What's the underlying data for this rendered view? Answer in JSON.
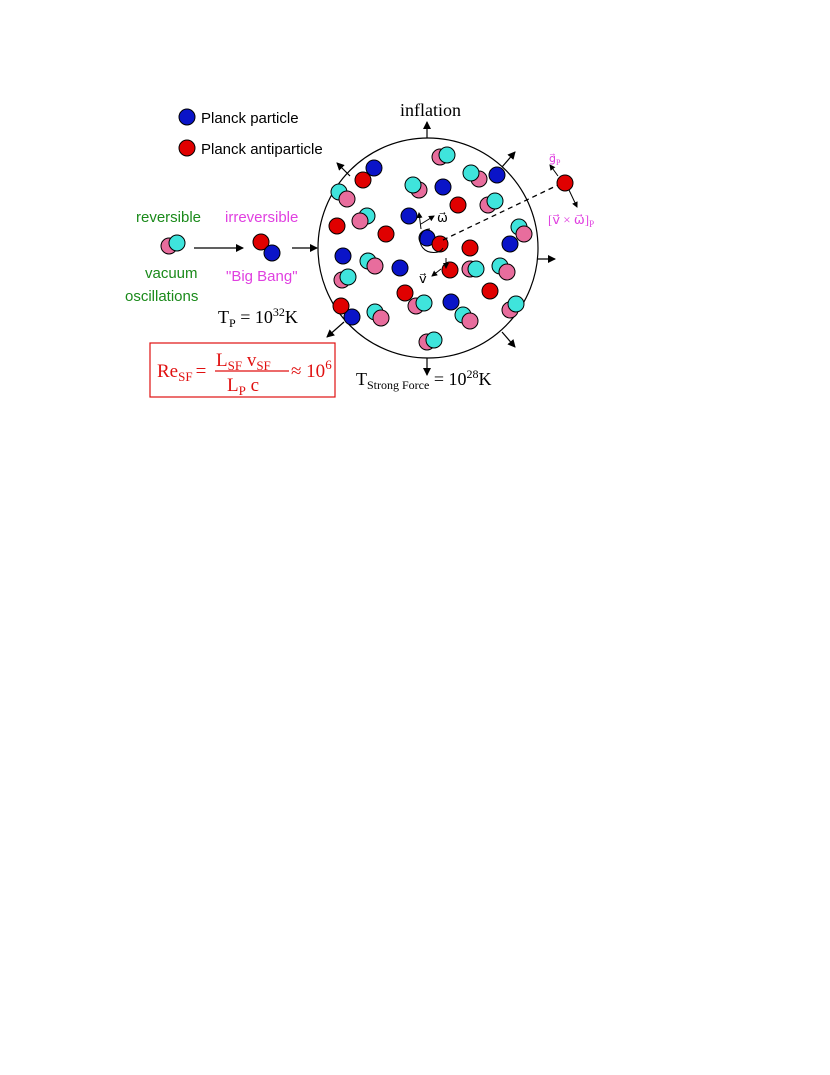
{
  "colors": {
    "particle": "#0a14c8",
    "antiparticle": "#e00000",
    "vacuum_cyan": "#3fe4dc",
    "vacuum_pink": "#e86d9d",
    "green_text": "#1a8a1a",
    "magenta_text": "#e040e0",
    "box_red": "#e01010"
  },
  "legend": {
    "particle_label": "Planck particle",
    "antiparticle_label": "Planck antiparticle"
  },
  "labels": {
    "inflation": "inflation",
    "reversible": "reversible",
    "irreversible": "irreversible",
    "vacuum_line1": "vacuum",
    "vacuum_line2": "oscillations",
    "big_bang": "\"Big Bang\"",
    "omega": "ω⃗",
    "v": "v⃗",
    "g_vec": "g⃗",
    "g_sub": "P",
    "cross_text": "[v⃗ × ω⃗]",
    "cross_sub": "P"
  },
  "temperatures": {
    "planck_base": "T",
    "planck_sub": "P",
    "planck_mid": " = 10",
    "planck_exp": "32",
    "planck_unit": "K",
    "strong_base": "T",
    "strong_sub": "Strong Force",
    "strong_mid": " = 10",
    "strong_exp": "28",
    "strong_unit": "K"
  },
  "formula": {
    "lhs": "Re",
    "lhs_sub": "SF",
    "eq": "=",
    "num1": "L",
    "num1_sub": "SF",
    "num2": " v",
    "num2_sub": "SF",
    "den1": "L",
    "den1_sub": "P",
    "den2": " c",
    "approx": "≈ 10",
    "exp": "6"
  },
  "icons": {
    "particle": "blue-circle-icon",
    "antiparticle": "red-circle-icon",
    "vacuum_pair": "overlapping-circles-icon",
    "arrow": "arrow-icon"
  }
}
